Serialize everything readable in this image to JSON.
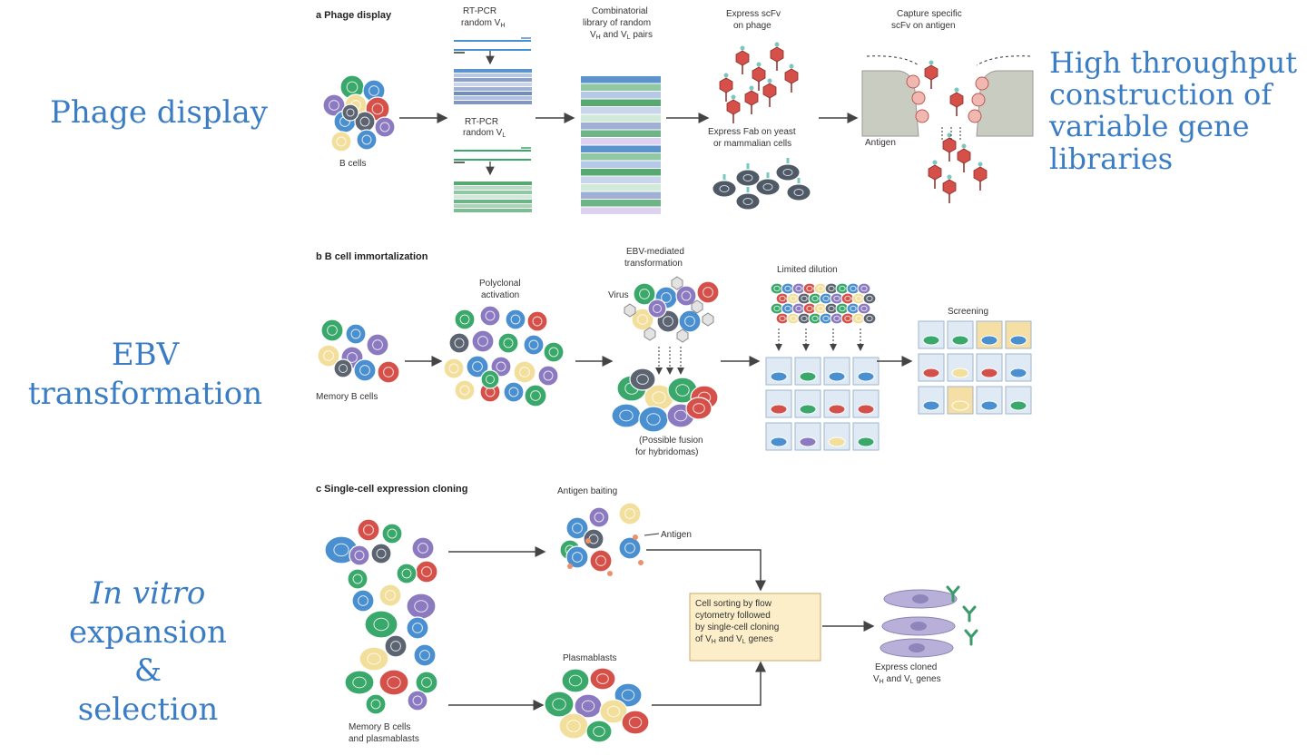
{
  "side_labels": {
    "phage": "Phage display",
    "ebv_line1": "EBV",
    "ebv_line2": "transformation",
    "invitro_italic": "In vitro",
    "invitro_rest": " expansion",
    "invitro_amp": "&",
    "invitro_line3": "selection",
    "htp_line1": "High throughput",
    "htp_line2": "construction of",
    "htp_line3": "variable gene",
    "htp_line4": "libraries"
  },
  "panel_a": {
    "title": "a Phage display",
    "b_cells": "B cells",
    "rtpcr_vh_1": "RT-PCR",
    "rtpcr_vh_2": "random V",
    "rtpcr_vh_sub": "H",
    "rtpcr_vl_1": "RT-PCR",
    "rtpcr_vl_2": "random V",
    "rtpcr_vl_sub": "L",
    "combo_1": "Combinatorial",
    "combo_2": "library of random",
    "combo_3": "V",
    "combo_3_sub": "H",
    "combo_3b": " and V",
    "combo_3b_sub": "L",
    "combo_3c": " pairs",
    "express_scfv_1": "Express scFv",
    "express_scfv_2": "on phage",
    "express_fab_1": "Express Fab on yeast",
    "express_fab_2": "or mammalian cells",
    "capture_1": "Capture specific",
    "capture_2": "scFv on antigen",
    "antigen": "Antigen"
  },
  "panel_b": {
    "title": "b B cell immortalization",
    "memory": "Memory B cells",
    "polyclonal_1": "Polyclonal",
    "polyclonal_2": "activation",
    "ebv_1": "EBV-mediated",
    "ebv_2": "transformation",
    "virus": "Virus",
    "fusion_1": "(Possible fusion",
    "fusion_2": "for hybridomas)",
    "limited": "Limited dilution",
    "screening": "Screening"
  },
  "panel_c": {
    "title": "c Single-cell expression cloning",
    "baiting": "Antigen baiting",
    "antigen": "Antigen",
    "plasmablasts": "Plasmablasts",
    "memory_1": "Memory B cells",
    "memory_2": "and plasmablasts",
    "sorting_1": "Cell sorting by flow",
    "sorting_2": "cytometry followed",
    "sorting_3": "by single-cell cloning",
    "sorting_4": "of V",
    "sorting_4_sub1": "H",
    "sorting_4b": " and V",
    "sorting_4_sub2": "L",
    "sorting_4c": " genes",
    "express_1": "Express cloned",
    "express_2a": "V",
    "express_2_sub1": "H",
    "express_2b": " and V",
    "express_2_sub2": "L",
    "express_2c": " genes"
  },
  "colors": {
    "label_blue": "#3b7dc4",
    "cell_blue": "#4a8fd0",
    "cell_purple": "#8c7ac0",
    "cell_green": "#3aa86a",
    "cell_red": "#d6504a",
    "cell_yellow": "#f3df9c",
    "cell_gray": "#5b6470",
    "sort_box": "#fbeec8"
  }
}
